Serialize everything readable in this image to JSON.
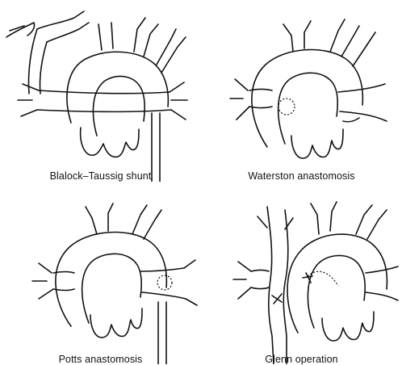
{
  "figure": {
    "panels": [
      {
        "caption": "Blalock–Taussig shunt"
      },
      {
        "caption": "Waterston anastomosis"
      },
      {
        "caption": "Potts anastomosis"
      },
      {
        "caption": "Glenn operation"
      }
    ]
  }
}
